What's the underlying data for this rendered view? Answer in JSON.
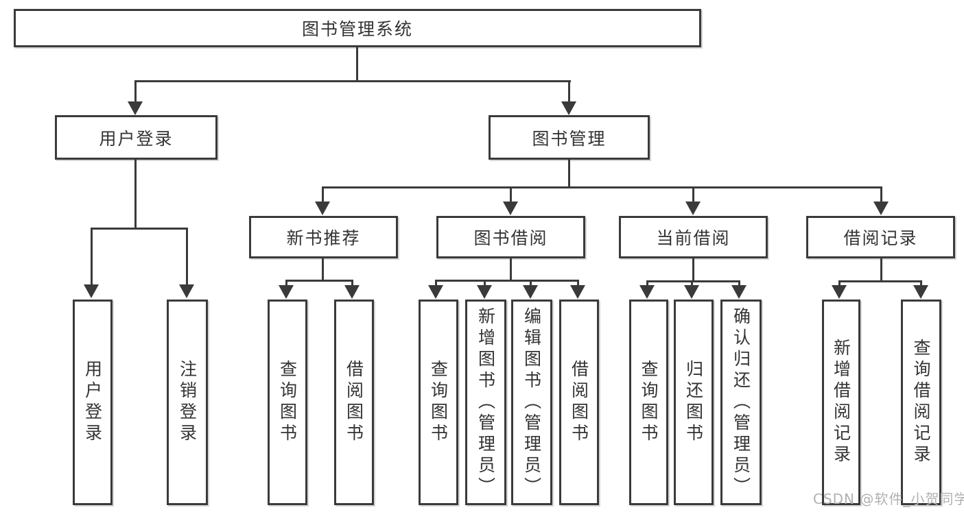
{
  "diagram": {
    "root_label": "图书管理系统",
    "level2": {
      "user_login": "用户登录",
      "book_management": "图书管理"
    },
    "level3": {
      "new_book_recommend": "新书推荐",
      "book_borrow": "图书借阅",
      "current_borrow": "当前借阅",
      "borrow_records": "借阅记录"
    },
    "leaves": {
      "user_login": [
        "用户登录",
        "注销登录"
      ],
      "new_book_recommend": [
        "查询图书",
        "借阅图书"
      ],
      "book_borrow": [
        "查询图书",
        "新增图书（管理员）",
        "编辑图书（管理员）",
        "借阅图书"
      ],
      "current_borrow": [
        "查询图书",
        "归还图书",
        "确认归还（管理员）"
      ],
      "borrow_records": [
        "新增借阅记录",
        "查询借阅记录"
      ]
    }
  },
  "watermark": "CSDN @软件_小贺同学",
  "colors": {
    "line": "#3a3a3a",
    "text": "#333333",
    "background": "#ffffff",
    "watermark": "#b1b1b1"
  }
}
